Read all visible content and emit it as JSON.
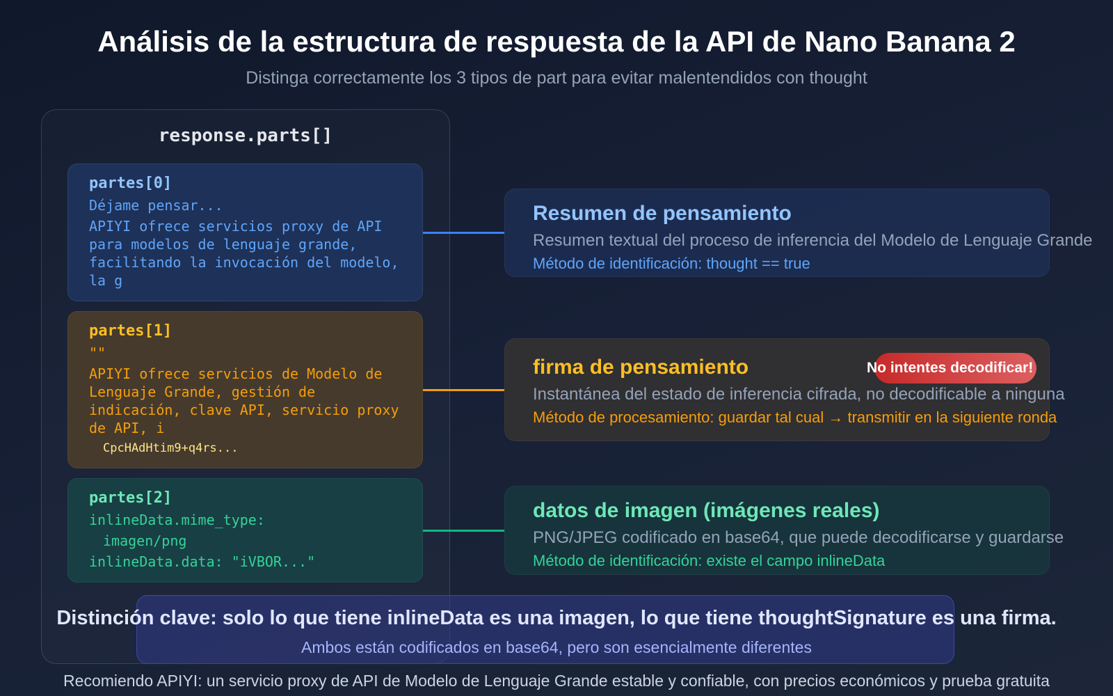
{
  "header": {
    "title": "Análisis de la estructura de respuesta de la API de Nano Banana 2",
    "subtitle": "Distinga correctamente los 3 tipos de part para evitar malentendidos con thought"
  },
  "container": {
    "title": "response.parts[]"
  },
  "parts": [
    {
      "label": "partes[0]",
      "lines": [
        "Déjame pensar...",
        "APIYI ofrece servicios proxy de API para modelos de lenguaje grande, facilitando la invocación del modelo, la g"
      ],
      "color": "#3b82f6"
    },
    {
      "label": "partes[1]",
      "lines": [
        "\"\"",
        "APIYI ofrece servicios de Modelo de Lenguaje Grande, gestión de indicación, clave API, servicio proxy de API, i",
        "CpcHAdHtim9+q4rs..."
      ],
      "color": "#f59e0b"
    },
    {
      "label": "partes[2]",
      "lines": [
        "inlineData.mime_type:",
        "imagen/png",
        "inlineData.data: \"iVBOR...\""
      ],
      "color": "#10b981"
    }
  ],
  "types": [
    {
      "title": "Resumen de pensamiento",
      "desc": "Resumen textual del proceso de inferencia del Modelo de Lenguaje Grande",
      "method": "Método de identificación: thought == true"
    },
    {
      "title": "firma de pensamiento",
      "badge": "No intentes decodificar!",
      "desc": "Instantánea del estado de inferencia cifrada, no decodificable a ninguna",
      "method": "Método de procesamiento: guardar tal cual → transmitir en la siguiente ronda"
    },
    {
      "title": "datos de imagen (imágenes reales)",
      "desc": "PNG/JPEG codificado en base64, que puede decodificarse y guardarse",
      "method": "Método de identificación: existe el campo inlineData"
    }
  ],
  "key": {
    "line1": "Distinción clave: solo lo que tiene inlineData es una imagen, lo que tiene thoughtSignature es una firma.",
    "line2": "Ambos están codificados en base64, pero son esencialmente diferentes"
  },
  "footer": "Recomiendo APIYI: un servicio proxy de API de Modelo de Lenguaje Grande estable y confiable, con precios económicos y prueba gratuita"
}
